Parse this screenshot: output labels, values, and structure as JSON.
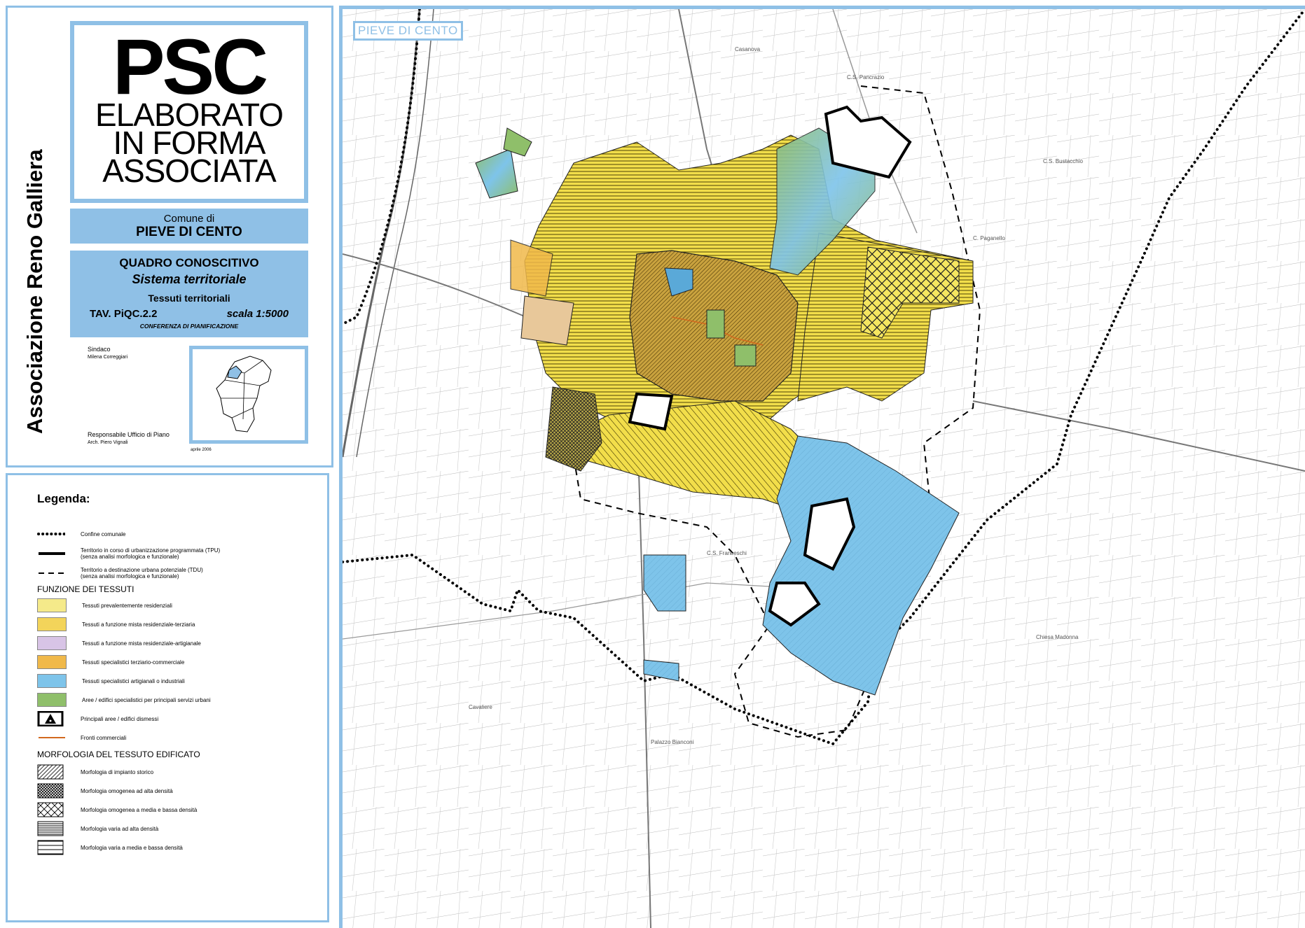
{
  "title_block": {
    "association": "Associazione Reno Galliera",
    "psc": "PSC",
    "psc_lines": [
      "ELABORATO",
      "IN FORMA",
      "ASSOCIATA"
    ],
    "comune_label": "Comune di",
    "comune_name": "PIEVE DI CENTO",
    "quadro_title": "QUADRO CONOSCITIVO",
    "quadro_subtitle": "Sistema territoriale",
    "tessuti": "Tessuti territoriali",
    "tav": "TAV. PiQC.2.2",
    "scale": "scala 1:5000",
    "conference": "CONFERENZA DI PIANIFICAZIONE",
    "sindaco_label": "Sindaco",
    "sindaco_name": "Milena Correggiari",
    "resp_label": "Responsabile Ufficio di Piano",
    "resp_name": "Arch. Piero Vignali",
    "date": "aprile 2006"
  },
  "map": {
    "place_label": "PIEVE DI CENTO"
  },
  "legend": {
    "title": "Legenda:",
    "boundaries": [
      {
        "symbol": "dotted",
        "text": "Confine comunale"
      },
      {
        "symbol": "thick",
        "text": "Territorio in corso di urbanizzazione programmata (TPU)",
        "text2": "(senza analisi morfologica e funzionale)"
      },
      {
        "symbol": "dashed",
        "text": "Territorio a destinazione urbana potenziale (TDU)",
        "text2": "(senza analisi morfologica e funzionale)"
      }
    ],
    "funzione_title": "FUNZIONE DEI TESSUTI",
    "funzione": [
      {
        "color": "#f5ea8a",
        "text": "Tessuti prevalentemente residenziali"
      },
      {
        "color": "#f3d45a",
        "text": "Tessuti a funzione mista residenziale-terziaria"
      },
      {
        "color": "#d8c4e6",
        "text": "Tessuti a funzione mista residenziale-artigianale"
      },
      {
        "color": "#f0b94a",
        "text": "Tessuti specialistici terziario-commerciale"
      },
      {
        "color": "#7ec4ea",
        "text": "Tessuti specialistici artigianali o industriali"
      },
      {
        "color": "#8fbf6a",
        "text": "Aree / edifici specialistici per principali servizi urbani"
      },
      {
        "color": "#000000",
        "text": "Principali aree / edifici dismessi"
      },
      {
        "color": "#d2691e",
        "text": "Fronti commerciali"
      }
    ],
    "morfologia_title": "MORFOLOGIA DEL TESSUTO EDIFICATO",
    "morfologia": [
      {
        "pattern": "diag",
        "text": "Morfologia di impianto storico"
      },
      {
        "pattern": "cross-dense",
        "text": "Morfologia omogenea ad alta densità"
      },
      {
        "pattern": "cross-sparse",
        "text": "Morfologia omogenea a media e bassa densità"
      },
      {
        "pattern": "hlines-dense",
        "text": "Morfologia varia ad alta densità"
      },
      {
        "pattern": "hlines-sparse",
        "text": "Morfologia varia a media e bassa densità"
      }
    ]
  },
  "colors": {
    "frame": "#8fc0e6",
    "residential": "#f2de4a",
    "industrial": "#7ec4ea",
    "services": "#8fbf6a",
    "historic": "#c9a23e"
  }
}
